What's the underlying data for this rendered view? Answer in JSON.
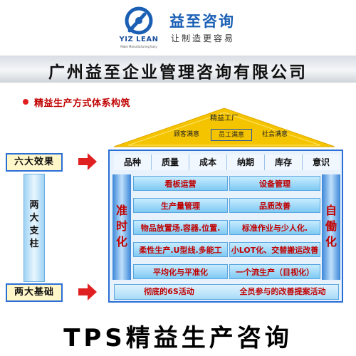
{
  "brand": {
    "name_cn": "益至咨询",
    "slogan": "让制造更容易",
    "name_latin": "YIZ LEAN",
    "tagline_small": "Make Manufacturing Easy",
    "color_blue": "#1a5fb4"
  },
  "company_name": "广州益至企业管理咨询有限公司",
  "section_heading": "精益生产方式体系构筑",
  "roof": {
    "label": "精益工厂",
    "items": [
      "顾客满意",
      "员工满意",
      "社会满意"
    ],
    "color": "#f5c400"
  },
  "left": {
    "effects_label": "六大效果",
    "pillars_label": "两大支柱",
    "foundation_label": "两大基础"
  },
  "effects": [
    "品种",
    "质量",
    "成本",
    "纳期",
    "库存",
    "意识"
  ],
  "pillars": {
    "left": "准时化",
    "right": "自働化"
  },
  "rows": [
    [
      "看板运营",
      "设备管理"
    ],
    [
      "生产量管理",
      "品质改善"
    ],
    [
      "物品放置场.容器.位置.",
      "标准作业与少人化."
    ],
    [
      "柔性生产.U型线.多能工",
      "小LOT化、交替搬运改善"
    ],
    [
      "平均化与平准化",
      "一个流生产（目视化）"
    ]
  ],
  "foundation": [
    "彻底的6S活动",
    "全员参与的改善提案活动"
  ],
  "tagline": "TPS精益生产咨询",
  "colors": {
    "frame_blue": "#2a6fd6",
    "cell_text_red": "#c00000",
    "arrow_red": "#e02020"
  }
}
